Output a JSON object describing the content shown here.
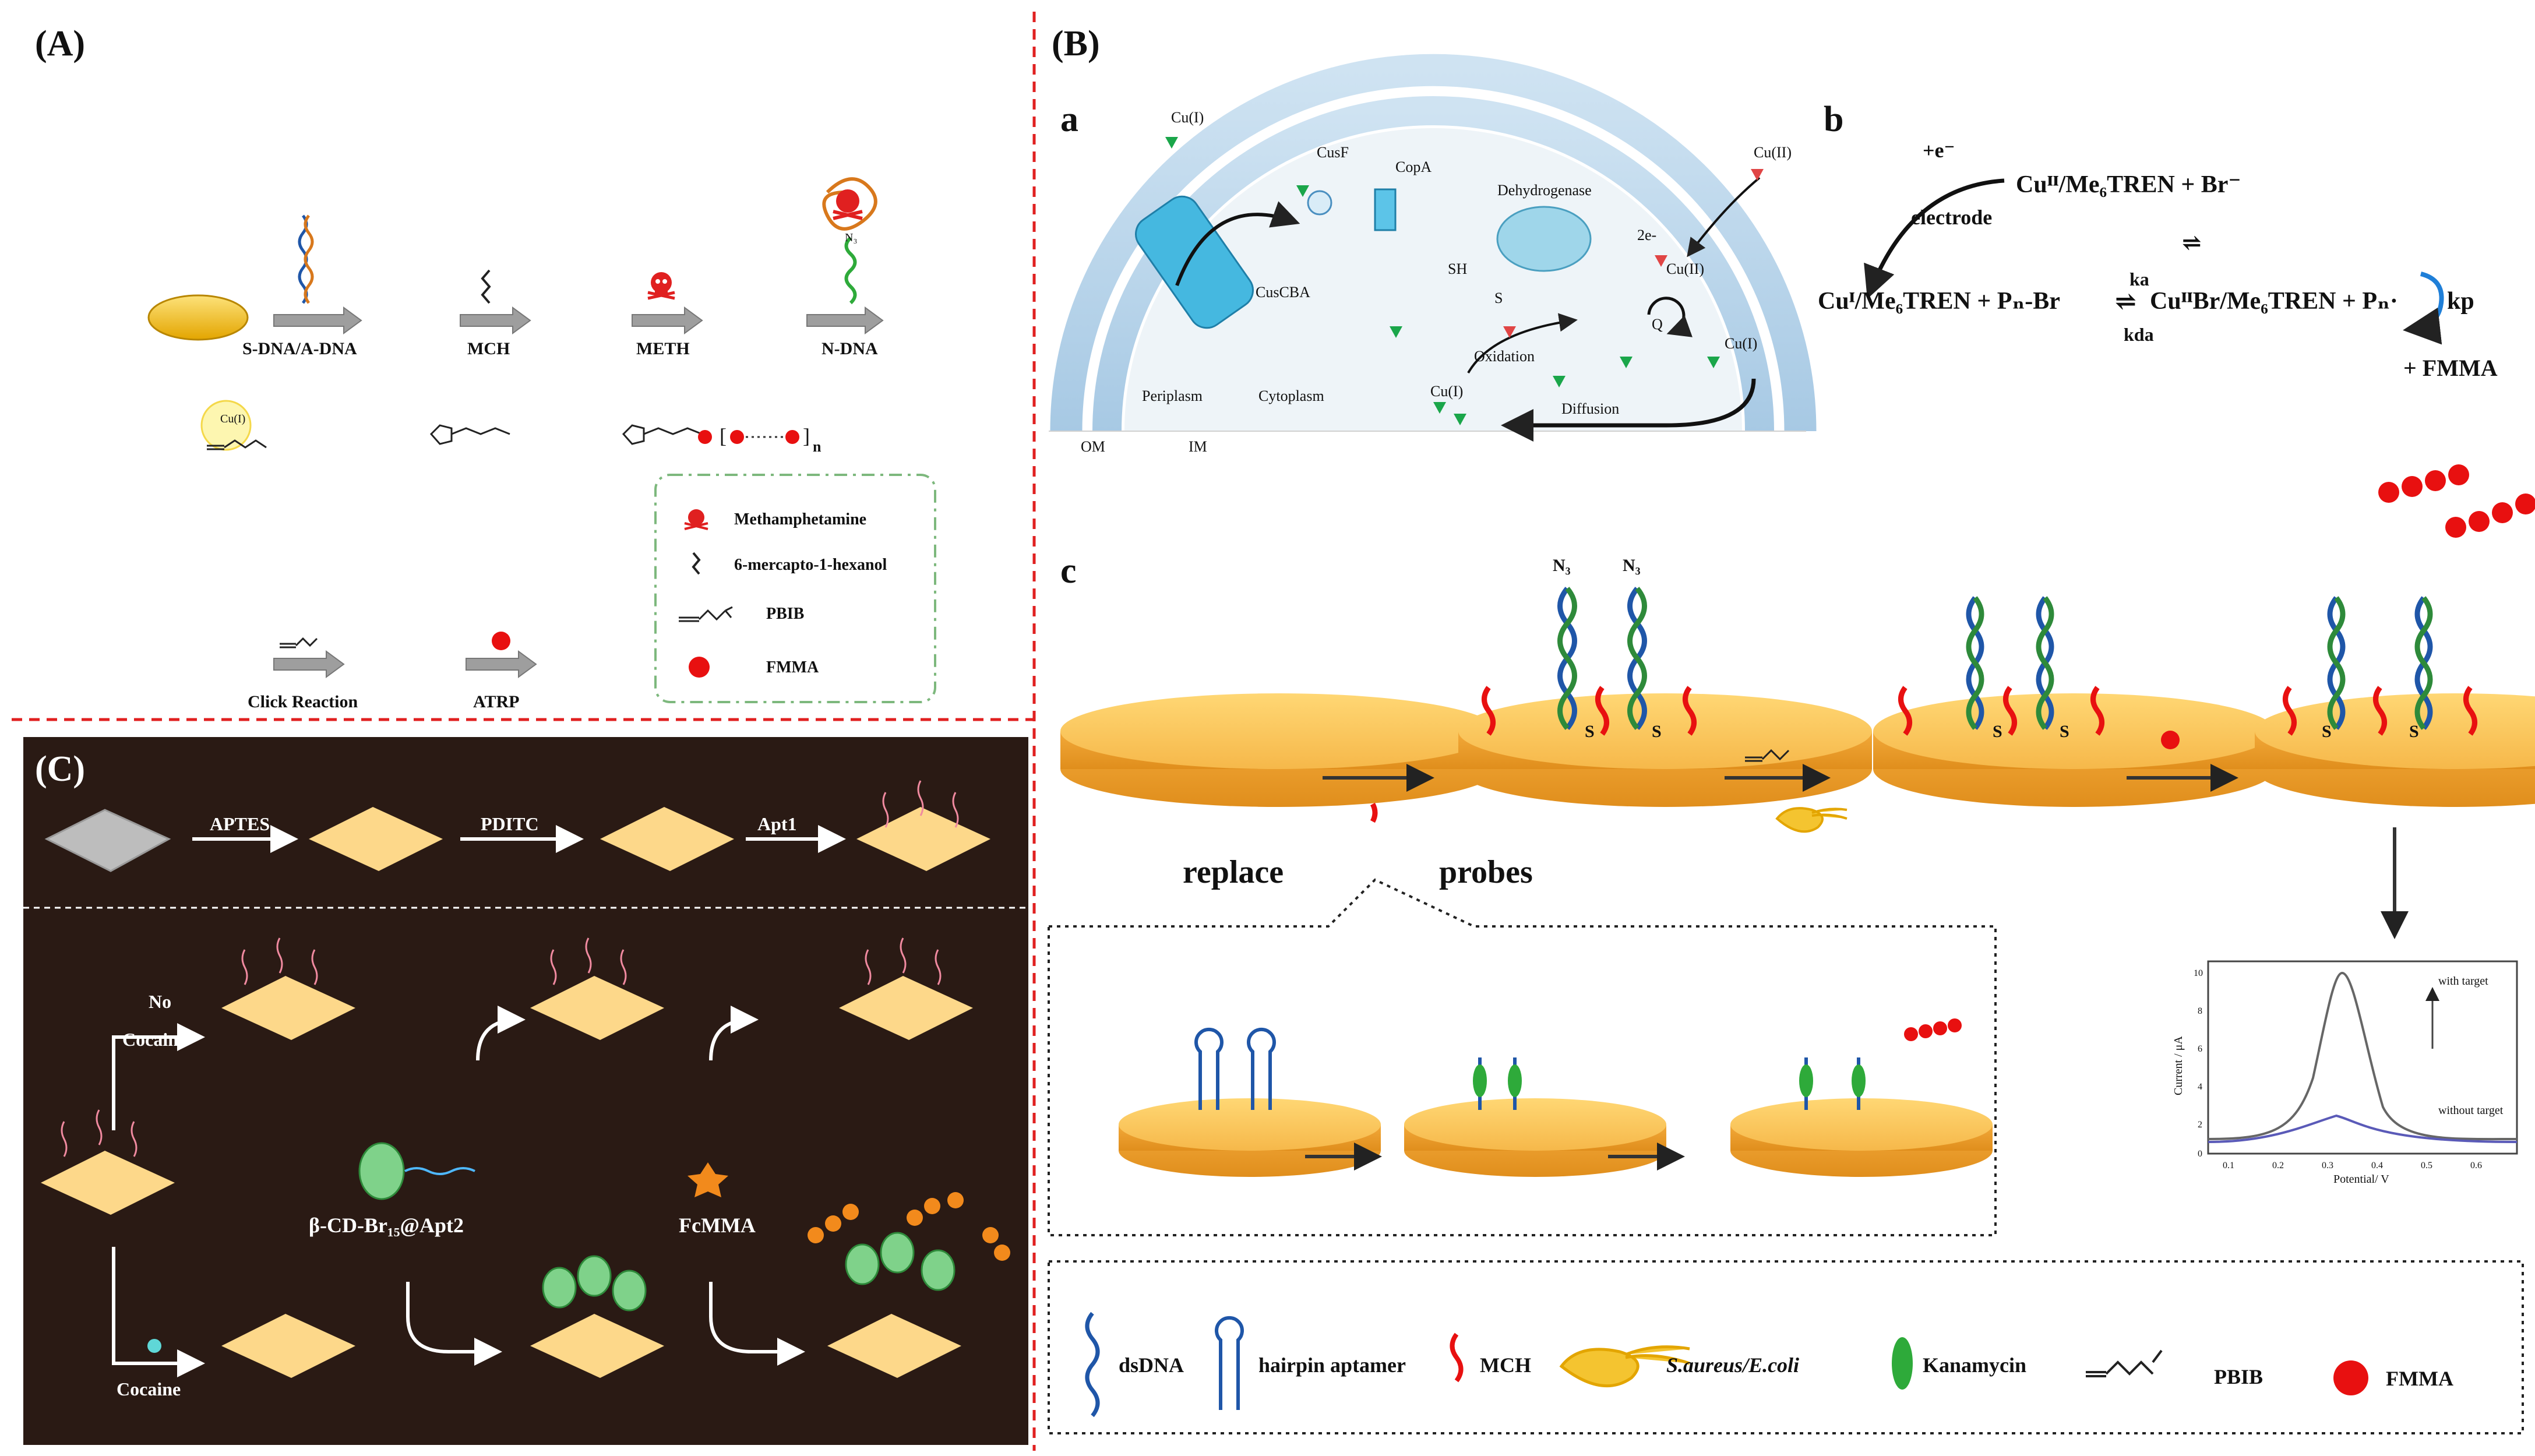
{
  "panelA": {
    "label": "(A)",
    "steps_top": [
      "S-DNA/A-DNA",
      "MCH",
      "METH",
      "N-DNA"
    ],
    "steps_bottom": [
      "Click Reaction",
      "ATRP"
    ],
    "cu_label": "Cu(I)",
    "n_subscript": "n",
    "legend": [
      "Methamphetamine",
      "6-mercapto-1-hexanol",
      "PBIB",
      "FMMA"
    ]
  },
  "panelB": {
    "label": "(B)",
    "sub_a": {
      "label": "a",
      "texts": [
        "Cu(I)",
        "CusF",
        "CopA",
        "Dehydrogenase",
        "Cu(II)",
        "SH",
        "2e-",
        "Cu(II)",
        "S",
        "Q",
        "CusCBA",
        "Oxidation",
        "Cu(I)",
        "Cu(I)",
        "Diffusion",
        "Periplasm",
        "Cytoplasm",
        "OM",
        "IM"
      ]
    },
    "sub_b": {
      "label": "b",
      "e_label": "+e⁻",
      "electrode": "electrode",
      "top_eq": "Cuᴵᴵ/Me₆TREN + Br⁻",
      "left_eq": "Cuᴵ/Me₆TREN + Pₙ-Br",
      "right_eq": "CuᴵᴵBr/Me₆TREN + Pₙ·",
      "ka": "ka",
      "kda": "kda",
      "kp": "kp",
      "fmma": "+ FMMA"
    },
    "sub_c": {
      "label": "c",
      "replace": "replace",
      "probes": "probes",
      "n3": "N₃",
      "s": "S",
      "plot": {
        "ylabel": "Current / μA",
        "xlabel": "Potential/ V",
        "with_target": "with target",
        "without_target": "without target",
        "yticks": [
          "0",
          "2",
          "4",
          "6",
          "8",
          "10"
        ],
        "xticks": [
          "0.1",
          "0.2",
          "0.3",
          "0.4",
          "0.5",
          "0.6"
        ]
      },
      "legend": [
        "dsDNA",
        "hairpin aptamer",
        "MCH",
        "S.aureus/E.coli",
        "Kanamycin",
        "PBIB",
        "FMMA"
      ]
    }
  },
  "panelC": {
    "label": "(C)",
    "steps": [
      "APTES",
      "PDITC",
      "Apt1"
    ],
    "no_cocaine": "No\nCocaine",
    "no_label": "No",
    "cocaine_label": "Cocaine",
    "cocaine_bottom": "Cocaine",
    "cd_label": "β-CD-Br₁₅@Apt2",
    "fcmma": "FcMMA"
  },
  "colors": {
    "gold": "#f2b705",
    "dna_orange": "#d8781c",
    "dna_blue": "#1f56a8",
    "dna_green": "#2eaa3a",
    "red_divider": "#e02020",
    "panel_c_bg": "#2a1a14"
  }
}
